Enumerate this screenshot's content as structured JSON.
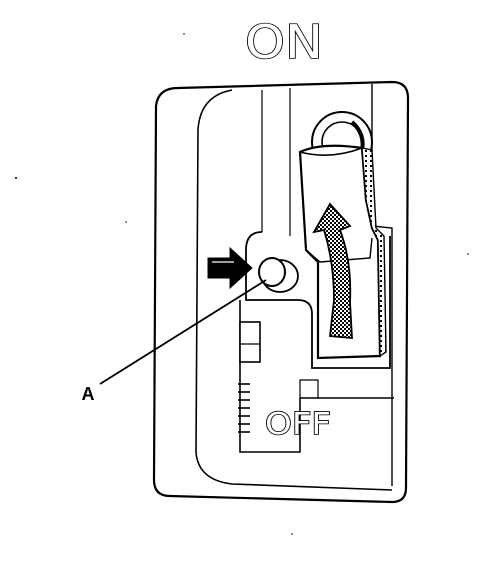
{
  "labels": {
    "on": "ON",
    "off": "OFF",
    "callout_a": "A"
  },
  "colors": {
    "ink": "#000000",
    "paper": "#ffffff",
    "arrow_fill": "#555555"
  }
}
